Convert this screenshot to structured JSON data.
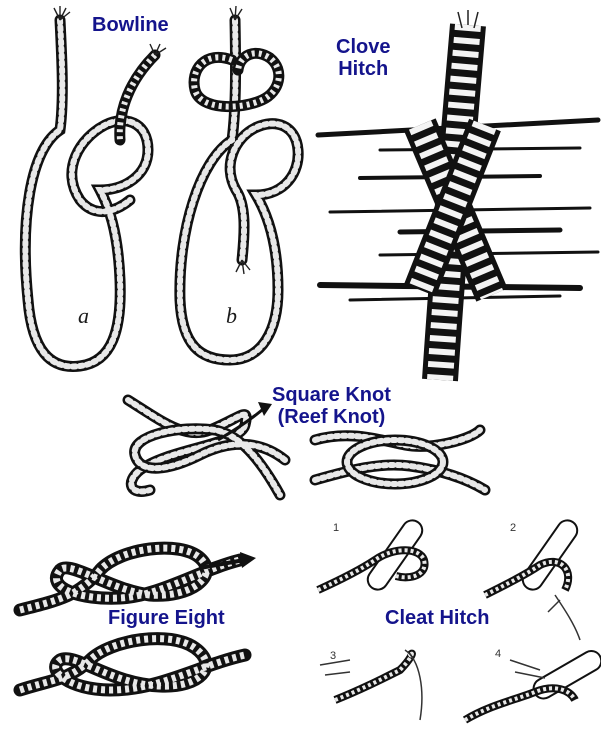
{
  "colors": {
    "label": "#14148c",
    "ink": "#1a1a1a",
    "rope_dark": "#111111",
    "rope_light": "#e8e8e8"
  },
  "knots": {
    "bowline": {
      "title": "Bowline",
      "sub_a": "a",
      "sub_b": "b"
    },
    "clove_hitch": {
      "title_line1": "Clove",
      "title_line2": "Hitch"
    },
    "square_knot": {
      "title_line1": "Square Knot",
      "title_line2": "(Reef Knot)"
    },
    "figure_eight": {
      "title": "Figure Eight"
    },
    "cleat_hitch": {
      "title": "Cleat Hitch",
      "steps": [
        "1",
        "2",
        "3",
        "4"
      ]
    }
  }
}
